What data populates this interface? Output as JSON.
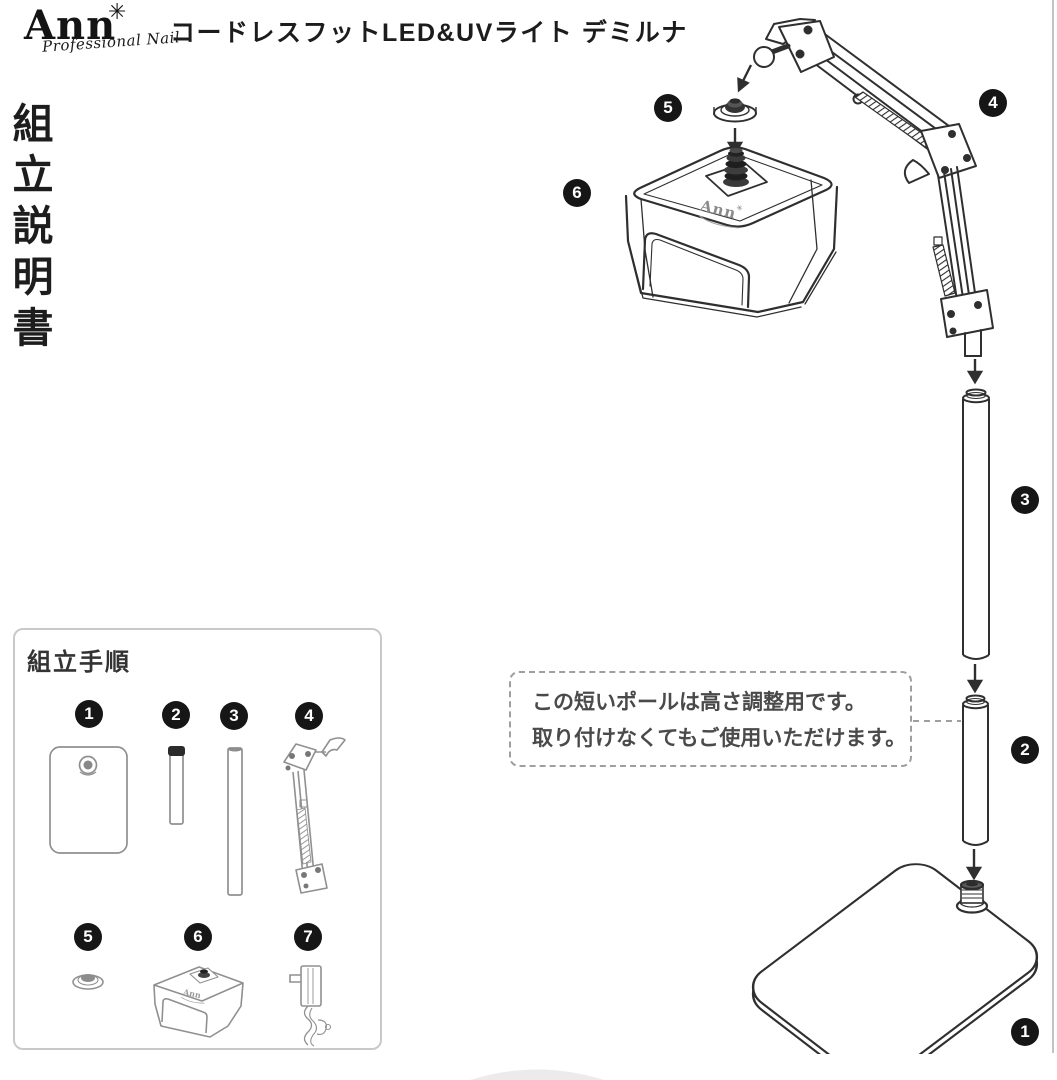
{
  "header": {
    "brand_name": "Ann",
    "brand_star": "✳",
    "brand_tagline": "Professional Nail",
    "product_title": "コードレスフットLED&UVライト デミルナ"
  },
  "sidebar": {
    "vertical_title": "組立説明書"
  },
  "diagram": {
    "head_logo": "Ann",
    "callout": {
      "line1": "この短いポールは高さ調整用です。",
      "line2": "取り付けなくてもご使用いただけます。"
    },
    "labels": [
      {
        "number": "1",
        "part": "base-plate"
      },
      {
        "number": "2",
        "part": "short-pole"
      },
      {
        "number": "3",
        "part": "long-pole"
      },
      {
        "number": "4",
        "part": "spring-arm"
      },
      {
        "number": "5",
        "part": "swivel-connector"
      },
      {
        "number": "6",
        "part": "lamp-head"
      }
    ]
  },
  "parts_panel": {
    "title": "組立手順",
    "items": [
      {
        "number": "1",
        "part": "base-plate"
      },
      {
        "number": "2",
        "part": "short-pole"
      },
      {
        "number": "3",
        "part": "long-pole"
      },
      {
        "number": "4",
        "part": "spring-arm"
      },
      {
        "number": "5",
        "part": "swivel-connector"
      },
      {
        "number": "6",
        "part": "lamp-head"
      },
      {
        "number": "7",
        "part": "power-adapter"
      }
    ]
  },
  "colors": {
    "line_art": "#2f2f2f",
    "thumb_line_art": "#909090",
    "badge_bg": "#161616",
    "badge_text": "#ffffff",
    "panel_border": "#c9c9c9",
    "callout_border": "#9f9f9f",
    "callout_text": "#4a4a4a"
  }
}
